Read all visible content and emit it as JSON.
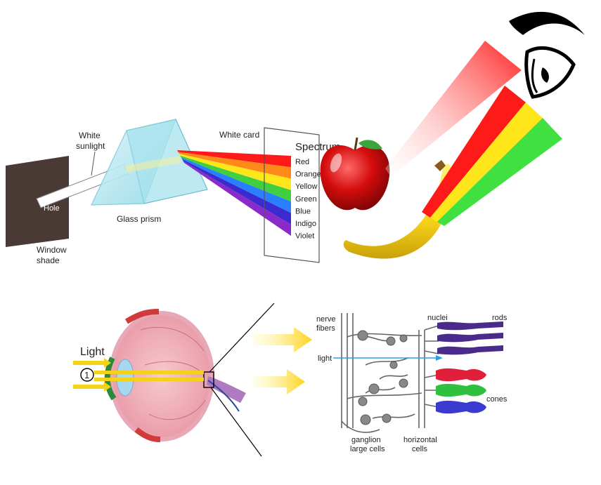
{
  "prism": {
    "hole": "Hole",
    "window_shade_1": "Window",
    "window_shade_2": "shade",
    "sunlight_1": "White",
    "sunlight_2": "sunlight",
    "glass_prism": "Glass prism",
    "white_card": "White card",
    "spectrum_title": "Spectrum",
    "colors": [
      "Red",
      "Orange",
      "Yellow",
      "Green",
      "Blue",
      "Indigo",
      "Violet"
    ],
    "band_colors": [
      "#ff1a1a",
      "#ff8a1a",
      "#ffe61a",
      "#3fcf3f",
      "#2a7fff",
      "#3a2ad0",
      "#8a2ac8"
    ]
  },
  "eye": {
    "light": "Light",
    "step": "1"
  },
  "retina": {
    "nerve_fibers_1": "nerve",
    "nerve_fibers_2": "fibers",
    "nuclei": "nuclei",
    "rods": "rods",
    "light": "light",
    "cones": "cones",
    "ganglion_1": "ganglion",
    "ganglion_2": "large cells",
    "horizontal_1": "horizontal",
    "horizontal_2": "cells"
  }
}
